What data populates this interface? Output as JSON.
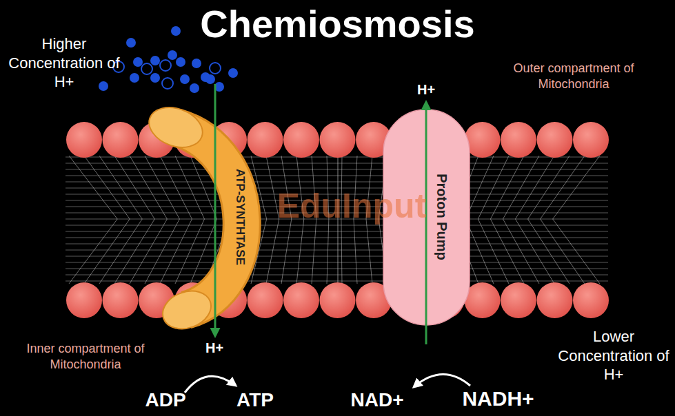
{
  "diagram": {
    "title": "Chemiosmosis",
    "nodes": [
      {
        "text": [
          "ATP-SYNTHTASE"
        ]
      },
      {
        "text": [
          "Proton Pump"
        ]
      }
    ],
    "labels": [
      "Higher Concentration of H+",
      "Outer compartment of Mitochondria",
      "H+",
      "H+",
      "Inner compartment of Mitochondria",
      "Lower Concentration of H+",
      "ADP",
      "ATP",
      "NAD+",
      "NADH+",
      "EduInput"
    ]
  }
}
